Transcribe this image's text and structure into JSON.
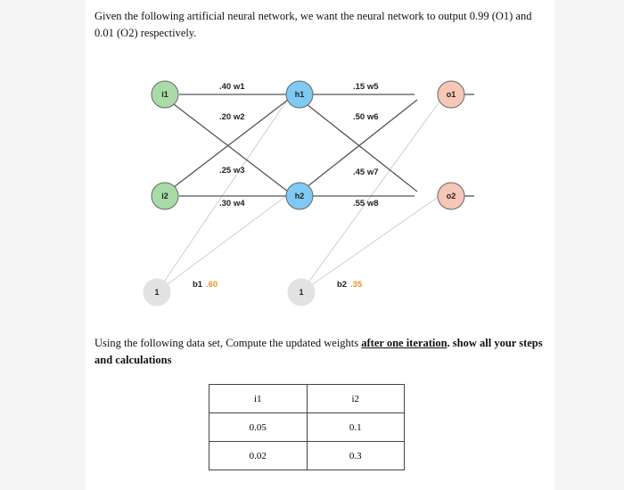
{
  "intro_text": "Given the following artificial neural network, we want the neural network to output 0.99 (O1) and 0.01 (O2) respectively.",
  "network": {
    "nodes": {
      "i1": "i1",
      "i2": "i2",
      "h1": "h1",
      "h2": "h2",
      "o1": "o1",
      "o2": "o2",
      "bias1": "1",
      "bias2": "1"
    },
    "weights": {
      "w1": ".40 w1",
      "w2": ".20 w2",
      "w3": ".25 w3",
      "w4": ".30 w4",
      "w5": ".15 w5",
      "w6": ".50 w6",
      "w7": ".45 w7",
      "w8": ".55 w8"
    },
    "biases": {
      "b1_label": "b1",
      "b1_value": ".60",
      "b2_label": "b2",
      "b2_value": ".35"
    },
    "colors": {
      "input_node": "#a9dba6",
      "hidden_node": "#7fc9f3",
      "output_node": "#f6c6b6",
      "bias_node": "#e2e2e2",
      "bias_value": "#e8932a"
    }
  },
  "instruction": {
    "prefix": "Using the following data set, Compute the updated weights ",
    "emphasis": "after one iteration",
    "suffix": ". show all your steps and calculations"
  },
  "dataset": {
    "headers": [
      "i1",
      "i2"
    ],
    "rows": [
      [
        "0.05",
        "0.1"
      ],
      [
        "0.02",
        "0.3"
      ]
    ]
  }
}
